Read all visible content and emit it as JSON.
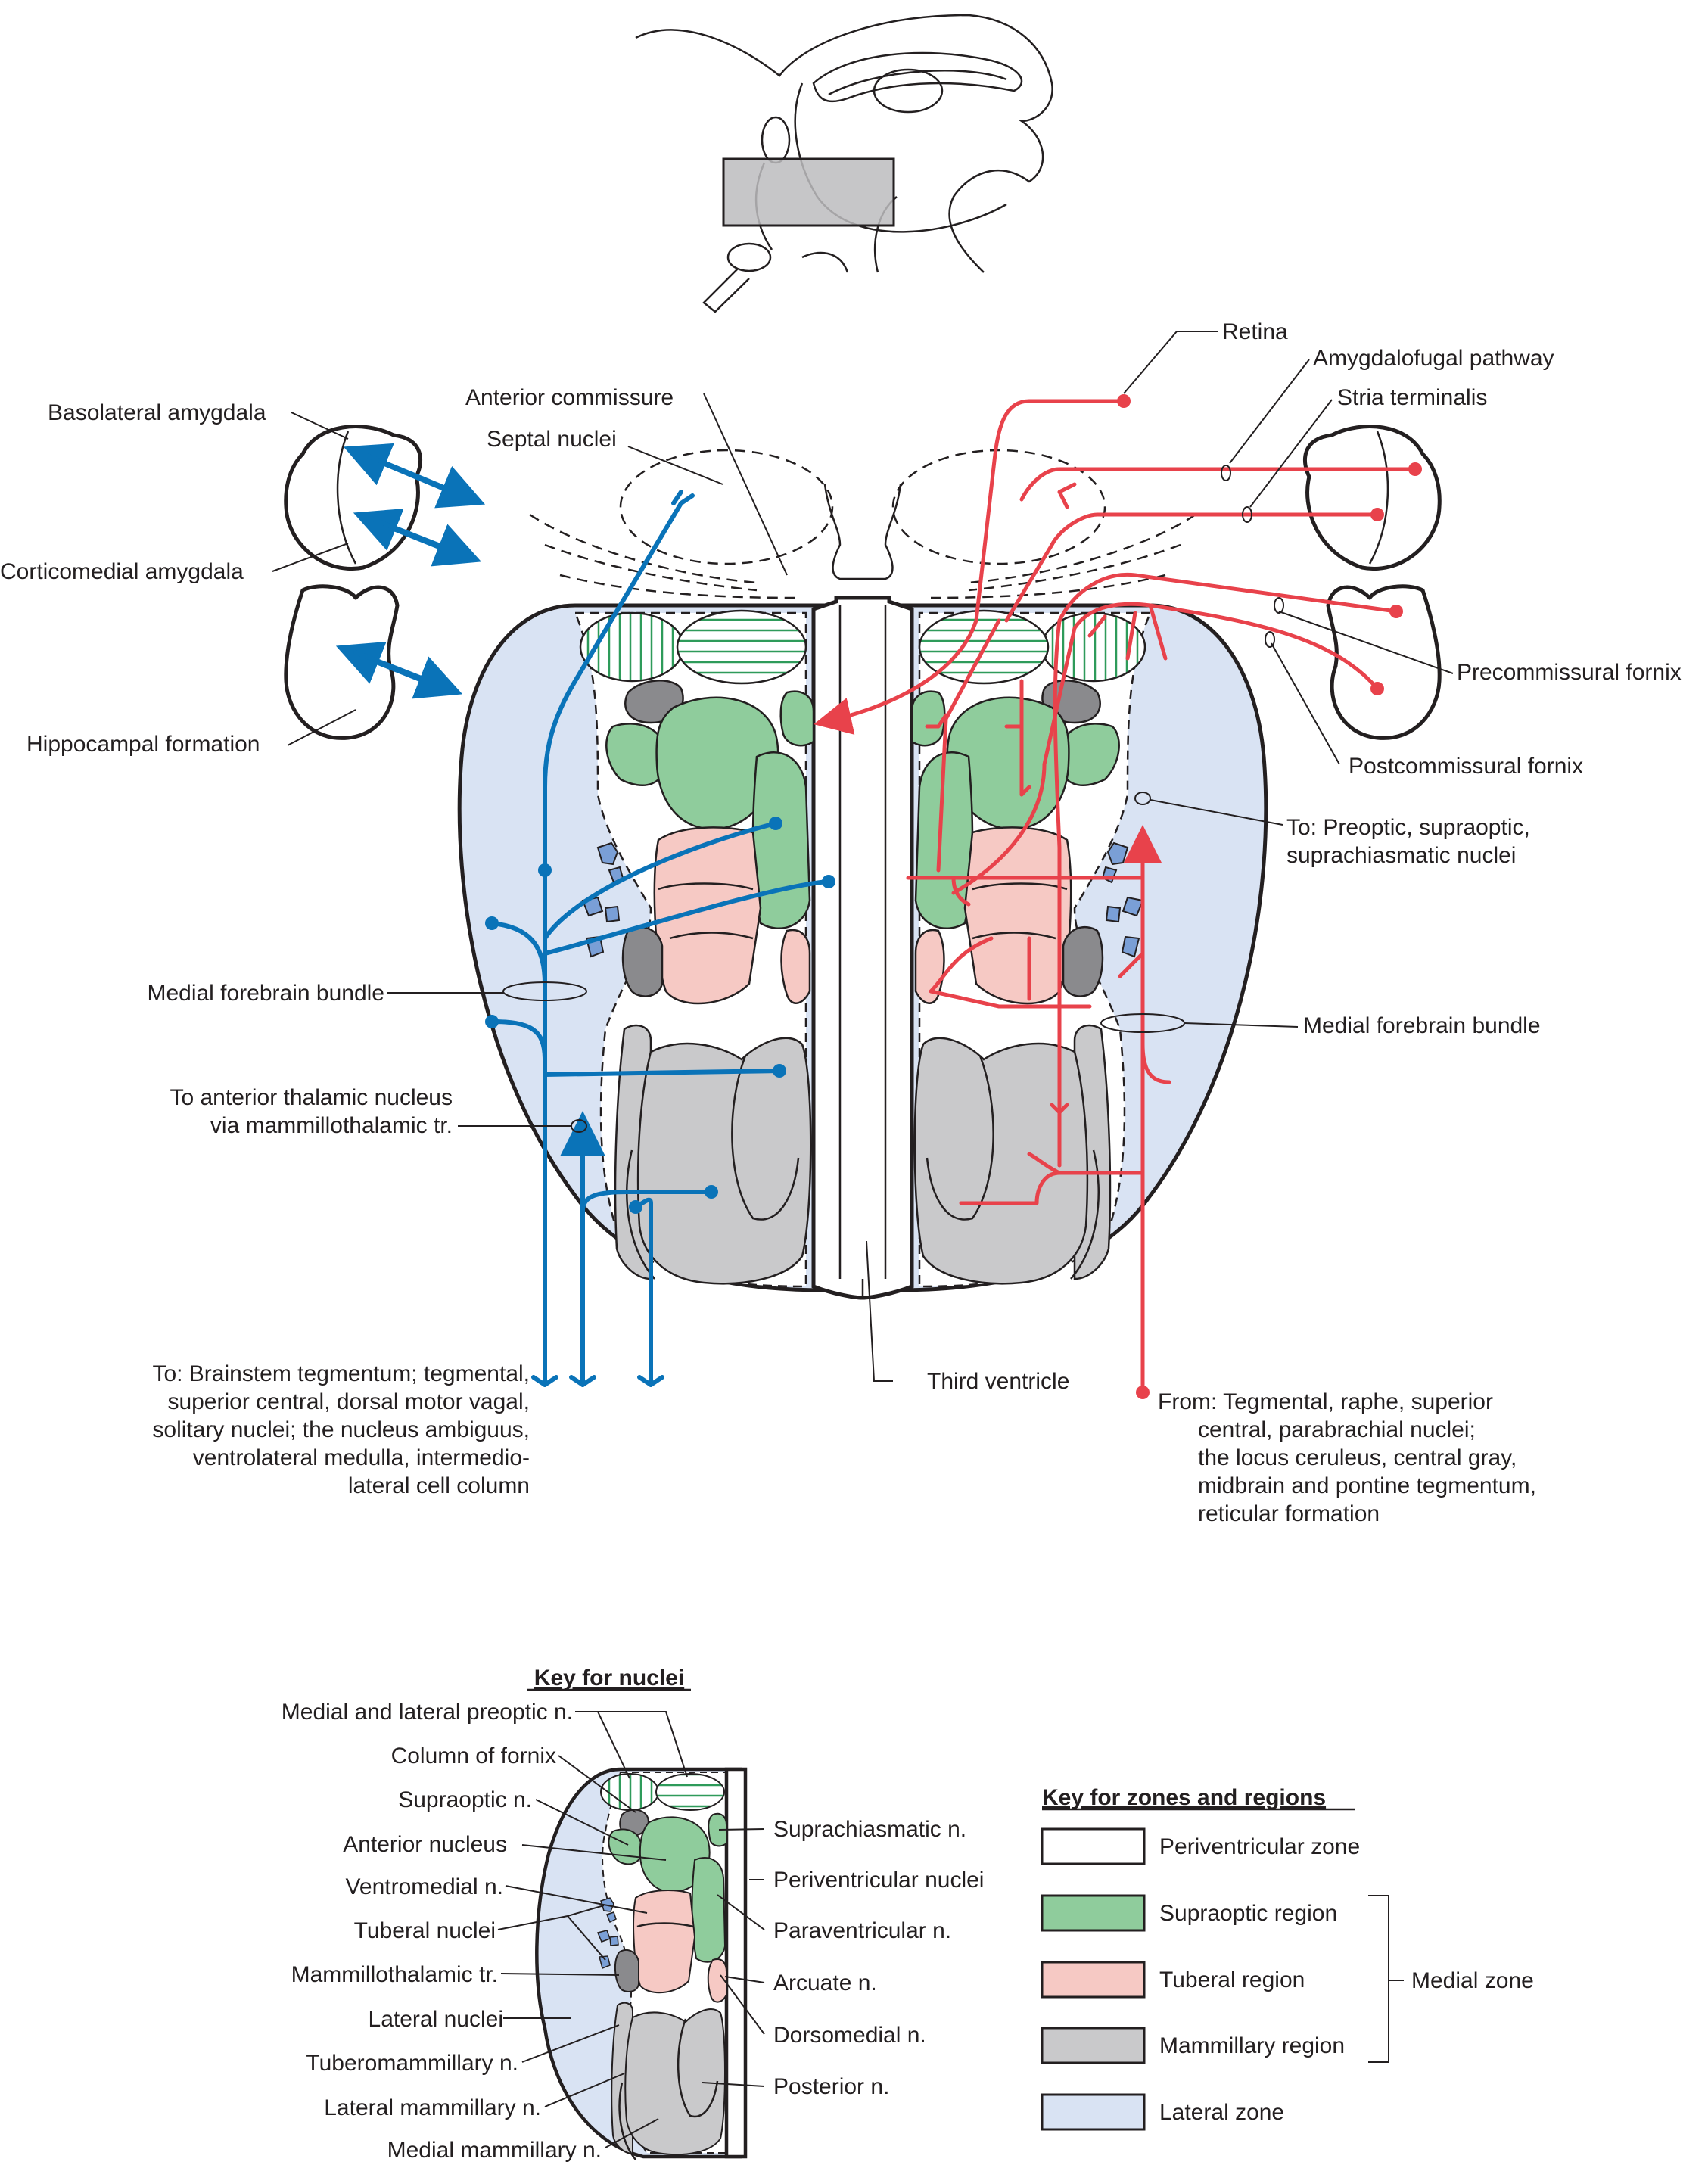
{
  "colors": {
    "lateral_zone": "#d9e3f3",
    "supraoptic": "#8fcc9c",
    "tuberal": "#f6c9c4",
    "mammillary": "#c9c9cb",
    "dark_nucleus": "#8a8a8d",
    "tuberal_nuclei": "#7a9fd6",
    "efferent": "#0a73b8",
    "afferent": "#e8424b",
    "outline": "#231f20"
  },
  "left_labels": {
    "basolateral": "Basolateral amygdala",
    "corticomedial": "Corticomedial amygdala",
    "hippocampal": "Hippocampal formation",
    "mfb": "Medial forebrain bundle",
    "ant_thal_1": "To anterior thalamic nucleus",
    "ant_thal_2": "via mammillothalamic tr.",
    "brainstem": [
      "To: Brainstem tegmentum; tegmental,",
      "superior central, dorsal motor vagal,",
      "solitary nuclei; the nucleus ambiguus,",
      "ventrolateral medulla, intermedio-",
      "lateral cell column"
    ]
  },
  "top_labels": {
    "anterior_commissure": "Anterior commissure",
    "septal": "Septal nuclei",
    "retina": "Retina",
    "amygdalofugal": "Amygdalofugal pathway",
    "stria": "Stria terminalis",
    "third_ventricle": "Third ventricle"
  },
  "right_labels": {
    "precommissural": "Precommissural fornix",
    "postcommissural": "Postcommissural fornix",
    "preoptic_1": "To: Preoptic, supraoptic,",
    "preoptic_2": "suprachiasmatic nuclei",
    "mfb": "Medial forebrain bundle",
    "from": [
      "From: Tegmental, raphe, superior",
      "central, parabrachial nuclei;",
      "the locus ceruleus, central gray,",
      "midbrain and pontine tegmentum,",
      "reticular formation"
    ]
  },
  "key_nuclei": {
    "title": "Key for nuclei",
    "left": [
      "Medial and lateral preoptic n.",
      "Column of fornix",
      "Supraoptic n.",
      "Anterior nucleus",
      "Ventromedial n.",
      "Tuberal nuclei",
      "Mammillothalamic tr.",
      "Lateral nuclei",
      "Tuberomammillary n.",
      "Lateral mammillary n.",
      "Medial mammillary n."
    ],
    "right": [
      "Suprachiasmatic n.",
      "Periventricular nuclei",
      "Paraventricular n.",
      "Arcuate n.",
      "Dorsomedial n.",
      "Posterior n."
    ]
  },
  "key_zones": {
    "title": "Key for zones and regions",
    "items": [
      "Periventricular zone",
      "Supraoptic region",
      "Tuberal region",
      "Mammillary region",
      "Lateral zone"
    ],
    "bracket": "Medial zone"
  }
}
